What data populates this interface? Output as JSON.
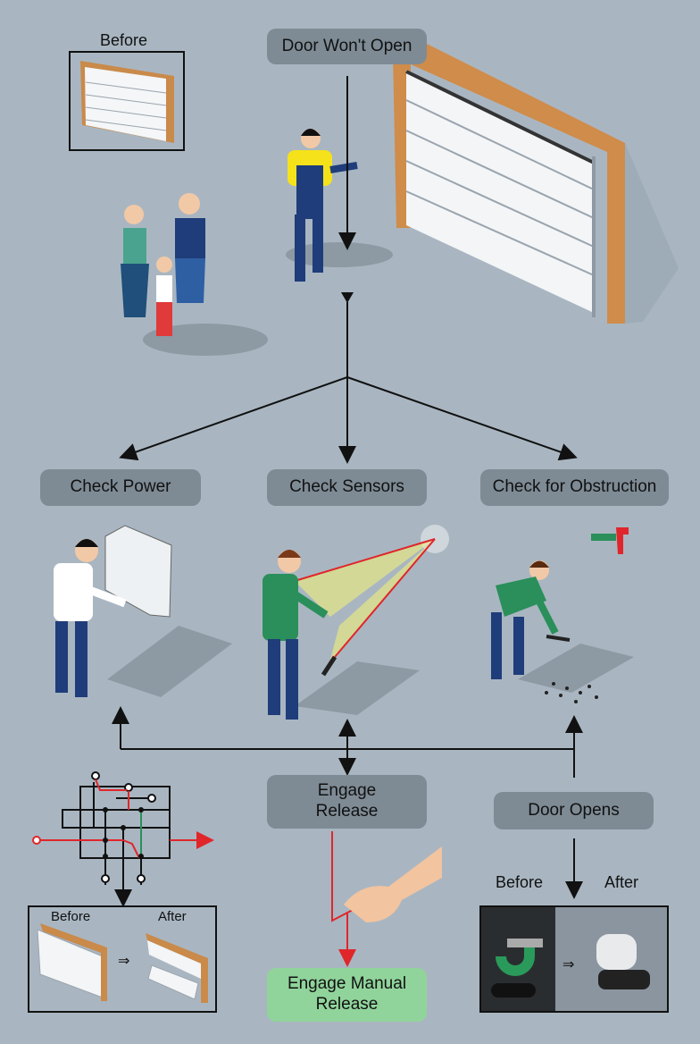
{
  "title_node": "Door Won't Open",
  "before_caption_top": "Before",
  "checks": [
    "Check Power",
    "Check Sensors",
    "Check for Obstruction"
  ],
  "engage_release": "Engage Release",
  "door_opens": "Door Opens",
  "engage_manual_release": "Engage Manual Release",
  "left_panel": {
    "before": "Before",
    "after": "After"
  },
  "right_panel": {
    "before": "Before",
    "after": "After"
  },
  "colors": {
    "background": "#a9b6c1",
    "node": "#7e8b95",
    "success": "#90d49b",
    "wire_red": "#e0262b"
  }
}
